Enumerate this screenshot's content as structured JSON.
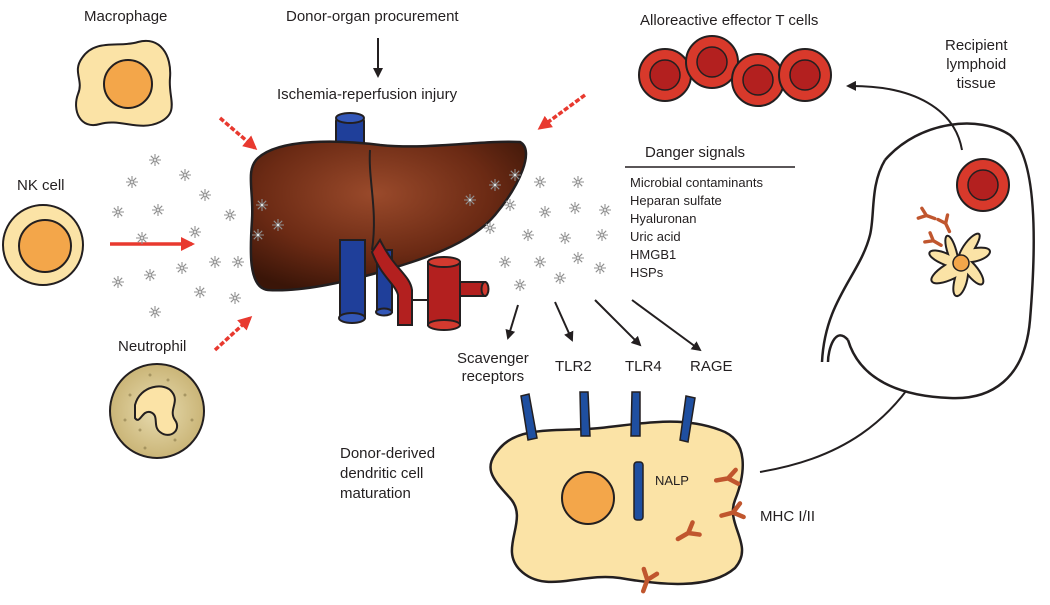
{
  "labels": {
    "macrophage": "Macrophage",
    "nk_cell": "NK cell",
    "neutrophil": "Neutrophil",
    "donor_procurement": "Donor-organ procurement",
    "ischemia": "Ischemia-reperfusion injury",
    "alloreactive": "Alloreactive effector T cells",
    "recipient": [
      "Recipient",
      "lymphoid",
      "tissue"
    ],
    "danger_title": "Danger signals",
    "danger_items": [
      "Microbial contaminants",
      "Heparan sulfate",
      "Hyaluronan",
      "Uric acid",
      "HMGB1",
      "HSPs"
    ],
    "scavenger": [
      "Scavenger",
      "receptors"
    ],
    "tlr2": "TLR2",
    "tlr4": "TLR4",
    "rage": "RAGE",
    "dc_maturation": [
      "Donor-derived",
      "dendritic cell",
      "maturation"
    ],
    "nalp": "NALP",
    "mhc": "MHC I/II"
  },
  "colors": {
    "cell_fill": "#fbe3a6",
    "nucleus": "#f3a64a",
    "liver": "#6b2a14",
    "vein": "#1f3f9a",
    "artery": "#b3201f",
    "tcell": "#d8392b",
    "red_arrow": "#e8392f",
    "receptor": "#1f4fa0",
    "mhc": "#c0562e"
  },
  "icons": [
    "macrophage-icon",
    "nk-cell-icon",
    "neutrophil-icon",
    "liver-icon",
    "t-cell-icon",
    "dendritic-cell-icon",
    "lymph-node-icon",
    "sparkle-icon"
  ]
}
